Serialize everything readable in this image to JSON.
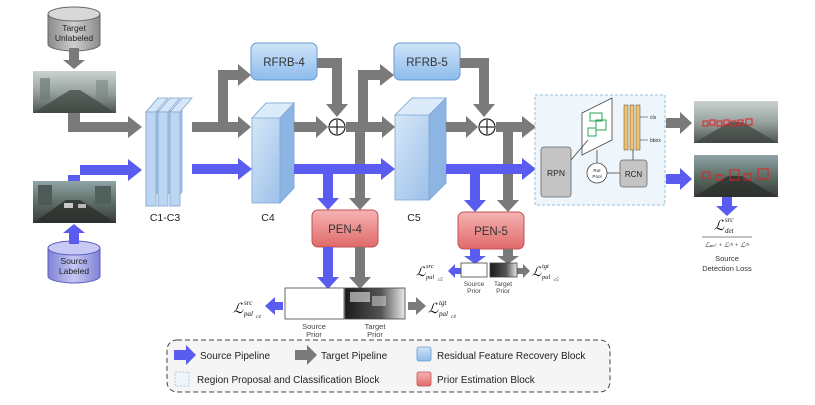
{
  "colors": {
    "source_arrow": "#5a5cf0",
    "target_arrow": "#7a7a7a",
    "rfrb_fill": "#a8cdf2",
    "pen_fill": "#e88080",
    "rpc_block_fill": "#eef6fb",
    "cube_fill": "#b9d5f0"
  },
  "inputs": {
    "target_label": "Target Unlabeled",
    "source_label": "Source Labeled"
  },
  "backbone": {
    "c1c3": "C1-C3",
    "c4": "C4",
    "c5": "C5"
  },
  "blocks": {
    "rfrb4": "RFRB-4",
    "rfrb5": "RFRB-5",
    "pen4": "PEN-4",
    "pen5": "PEN-5",
    "rpn": "RPN",
    "roi_pool": "RoI Pool",
    "rcn": "RCN",
    "cls": "cls",
    "bbox": "bbox"
  },
  "priors": {
    "source_prior": "Source Prior",
    "target_prior": "Target Prior"
  },
  "losses": {
    "l_sym": "ℒ",
    "pal_c4_src_sup": "src",
    "pal_c4_src_sub": "pal",
    "pal_c4_layer": "c4",
    "pal_c4_tgt_sup": "tgt",
    "pal_c5_layer": "c5",
    "det_sup": "src",
    "det_sub": "det",
    "det_sum": "ℒₚₙᶜ + ℒᶜˡˢ + ℒᶜˡˢ",
    "det_caption": "Source Detection Loss"
  },
  "legend": {
    "source_pipeline": "Source Pipeline",
    "target_pipeline": "Target Pipeline",
    "rfrb": "Residual Feature Recovery Block",
    "rpc": "Region Proposal and Classification Block",
    "pen": "Prior Estimation Block"
  }
}
